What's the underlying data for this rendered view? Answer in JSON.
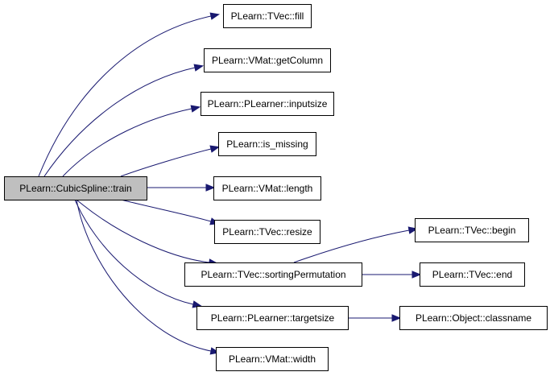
{
  "graph": {
    "edge_color": "#191970",
    "root_fill": "#bfbfbf",
    "nodes": [
      {
        "id": "train",
        "label": "PLearn::CubicSpline::train",
        "root": true
      },
      {
        "id": "fill",
        "label": "PLearn::TVec::fill"
      },
      {
        "id": "getColumn",
        "label": "PLearn::VMat::getColumn"
      },
      {
        "id": "inputsize",
        "label": "PLearn::PLearner::inputsize"
      },
      {
        "id": "is_missing",
        "label": "PLearn::is_missing"
      },
      {
        "id": "length",
        "label": "PLearn::VMat::length"
      },
      {
        "id": "resize",
        "label": "PLearn::TVec::resize"
      },
      {
        "id": "sortingPermutation",
        "label": "PLearn::TVec::sortingPermutation"
      },
      {
        "id": "targetsize",
        "label": "PLearn::PLearner::targetsize"
      },
      {
        "id": "width",
        "label": "PLearn::VMat::width"
      },
      {
        "id": "begin",
        "label": "PLearn::TVec::begin"
      },
      {
        "id": "end",
        "label": "PLearn::TVec::end"
      },
      {
        "id": "classname",
        "label": "PLearn::Object::classname"
      }
    ],
    "edges": [
      {
        "from": "train",
        "to": "fill"
      },
      {
        "from": "train",
        "to": "getColumn"
      },
      {
        "from": "train",
        "to": "inputsize"
      },
      {
        "from": "train",
        "to": "is_missing"
      },
      {
        "from": "train",
        "to": "length"
      },
      {
        "from": "train",
        "to": "resize"
      },
      {
        "from": "train",
        "to": "sortingPermutation"
      },
      {
        "from": "train",
        "to": "targetsize"
      },
      {
        "from": "train",
        "to": "width"
      },
      {
        "from": "sortingPermutation",
        "to": "begin"
      },
      {
        "from": "sortingPermutation",
        "to": "end"
      },
      {
        "from": "targetsize",
        "to": "classname"
      }
    ]
  }
}
